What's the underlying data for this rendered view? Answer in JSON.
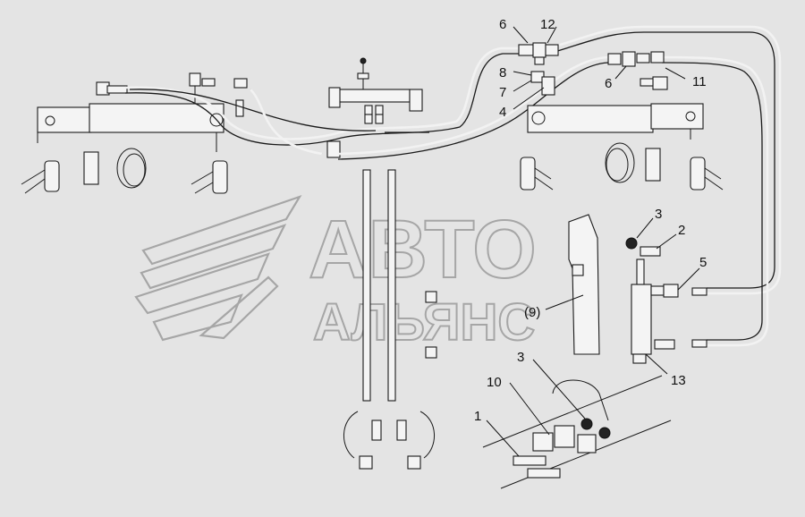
{
  "watermark": {
    "line1": "АВТО",
    "line2": "АЛЬЯНС"
  },
  "callouts": {
    "c1": "1",
    "c2": "2",
    "c3a": "3",
    "c3b": "3",
    "c4": "4",
    "c5": "5",
    "c6a": "6",
    "c6b": "6",
    "c7": "7",
    "c8": "8",
    "c9": "(9)",
    "c10": "10",
    "c11": "11",
    "c12": "12",
    "c13": "13"
  },
  "colors": {
    "background": "#e4e4e4",
    "line": "#1a1a1a",
    "watermark": "#a6a6a6"
  }
}
